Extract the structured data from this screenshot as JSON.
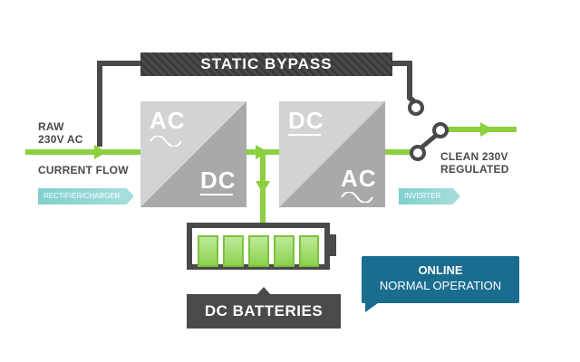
{
  "bypass": {
    "label": "STATIC BYPASS"
  },
  "input": {
    "line1": "RAW",
    "line2": "230V AC",
    "flow_label": "CURRENT FLOW"
  },
  "rectifier": {
    "top": "AC",
    "bottom": "DC",
    "tag": "RECTIFIER/CHARGER"
  },
  "inverter": {
    "top": "DC",
    "bottom": "AC",
    "tag": "INVERTER"
  },
  "output": {
    "line1": "CLEAN 230V",
    "line2": "REGULATED"
  },
  "battery": {
    "label": "DC BATTERIES",
    "cells": 5,
    "charge_percent": 100
  },
  "status": {
    "line1": "ONLINE",
    "line2": "NORMAL OPERATION"
  },
  "colors": {
    "green": "#8ccf3f",
    "dark_gray": "#4a4a4a",
    "light_gray": "#d0d0d0",
    "mid_gray": "#a8a8a8",
    "teal": "#1a6d8f",
    "tag_teal": "#7fd0cf"
  },
  "icons": [
    "arrow-right-icon",
    "arrow-down-icon",
    "switch-contact-icon",
    "sine-wave-icon",
    "battery-icon"
  ]
}
